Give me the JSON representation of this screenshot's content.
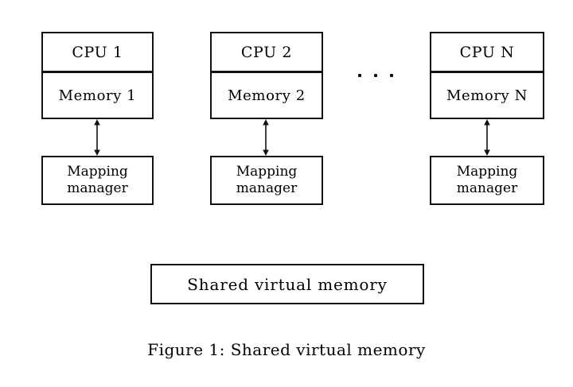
{
  "figure": {
    "caption": "Figure 1: Shared virtual memory",
    "background_color": "#ffffff",
    "ink_color": "#111111",
    "nodes": [
      {
        "cpu_label": "CPU 1",
        "memory_label": "Memory 1",
        "manager_line1": "Mapping",
        "manager_line2": "manager",
        "link_icon": "double-headed-vertical-arrow"
      },
      {
        "cpu_label": "CPU 2",
        "memory_label": "Memory 2",
        "manager_line1": "Mapping",
        "manager_line2": "manager",
        "link_icon": "double-headed-vertical-arrow"
      },
      {
        "cpu_label": "CPU N",
        "memory_label": "Memory N",
        "manager_line1": "Mapping",
        "manager_line2": "manager",
        "link_icon": "double-headed-vertical-arrow"
      }
    ],
    "ellipsis": {
      "icon": "horizontal-ellipsis-icon",
      "dot_count": 3
    },
    "shared_memory": {
      "label": "Shared virtual memory"
    }
  }
}
